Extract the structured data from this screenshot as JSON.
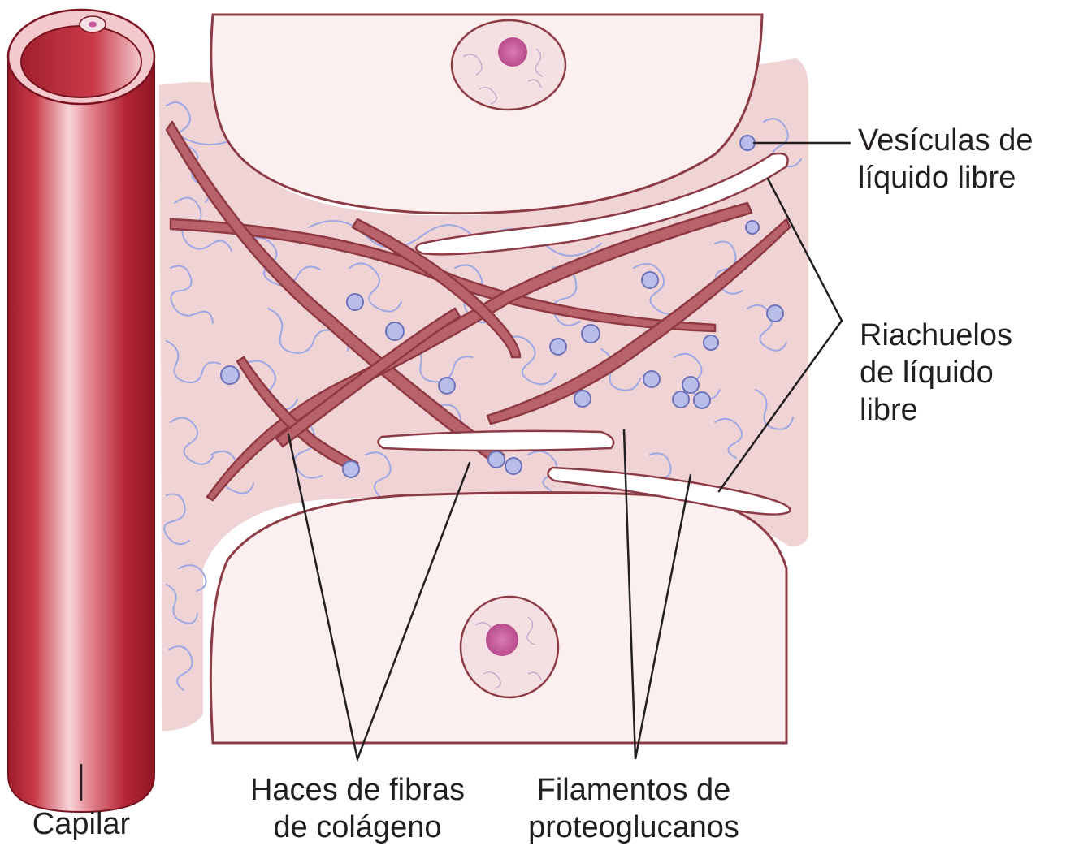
{
  "labels": {
    "vesiculas": {
      "line1": "Vesículas de",
      "line2": "líquido libre"
    },
    "riachuelos": {
      "line1": "Riachuelos",
      "line2": "de líquido",
      "line3": "libre"
    },
    "capilar": {
      "line1": "Capilar"
    },
    "haces": {
      "line1": "Haces de fibras",
      "line2": "de colágeno"
    },
    "filamentos": {
      "line1": "Filamentos de",
      "line2": "proteoglucanos"
    }
  },
  "colors": {
    "interstitium": "#efd3d5",
    "cell_body": "#fbf0ef",
    "cell_outline": "#8c3b46",
    "collagen": "#b8636c",
    "collagen_dark": "#8f3943",
    "proteoglycan": "#9ea8e3",
    "capillary_dark": "#9c1c2b",
    "capillary_mid": "#c93a48",
    "capillary_light": "#f6d5d8",
    "nucleus": "#c9579c",
    "leader_line": "#231f20"
  }
}
